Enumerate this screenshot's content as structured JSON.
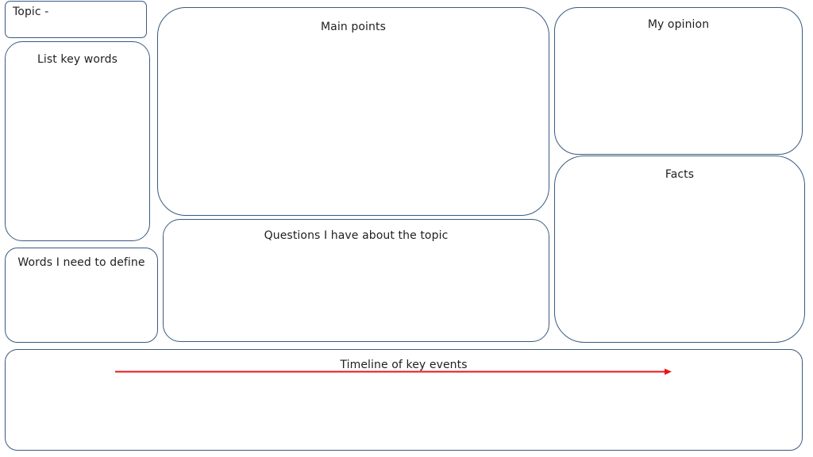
{
  "topic": {
    "label": "Topic -"
  },
  "key_words": {
    "label": "List key words"
  },
  "define": {
    "label": "Words I need to define"
  },
  "main_points": {
    "label": "Main points"
  },
  "questions": {
    "label": "Questions I have about the topic"
  },
  "opinion": {
    "label": "My opinion"
  },
  "facts": {
    "label": "Facts"
  },
  "timeline": {
    "label": "Timeline of key events",
    "arrow_color": "#e8151b"
  },
  "colors": {
    "border": "#3a5a80"
  }
}
